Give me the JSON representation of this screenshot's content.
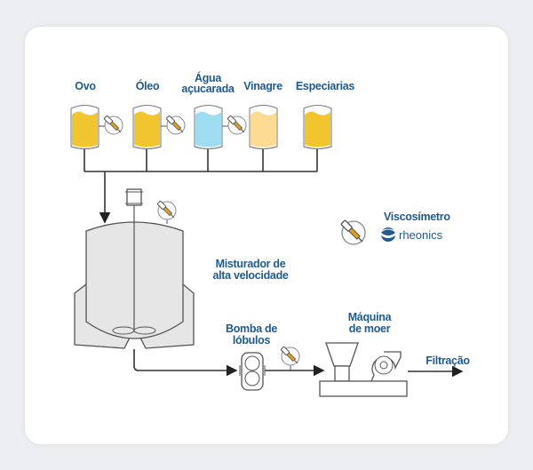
{
  "tanks": [
    {
      "label": "Ovo",
      "color": "#f0c52e"
    },
    {
      "label": "Óleo",
      "color": "#f0c52e"
    },
    {
      "label_line1": "Água",
      "label_line2": "açucarada",
      "color": "#9edcf2"
    },
    {
      "label": "Vinagre",
      "color": "#fddb92"
    },
    {
      "label": "Especiarias",
      "color": "#f0c52e"
    }
  ],
  "mixer": {
    "line1": "Misturador de",
    "line2": "alta velocidade"
  },
  "pump": {
    "line1": "Bomba de",
    "line2": "lóbulos"
  },
  "grinder": {
    "line1": "Máquina",
    "line2": "de moer"
  },
  "output": {
    "label": "Filtração"
  },
  "legend": {
    "title": "Viscosímetro",
    "brand": "rheonics",
    "icon": "viscometer-probe-icon"
  },
  "colors": {
    "text": "#1f5a8e",
    "equipment": "#e6e6e6"
  }
}
